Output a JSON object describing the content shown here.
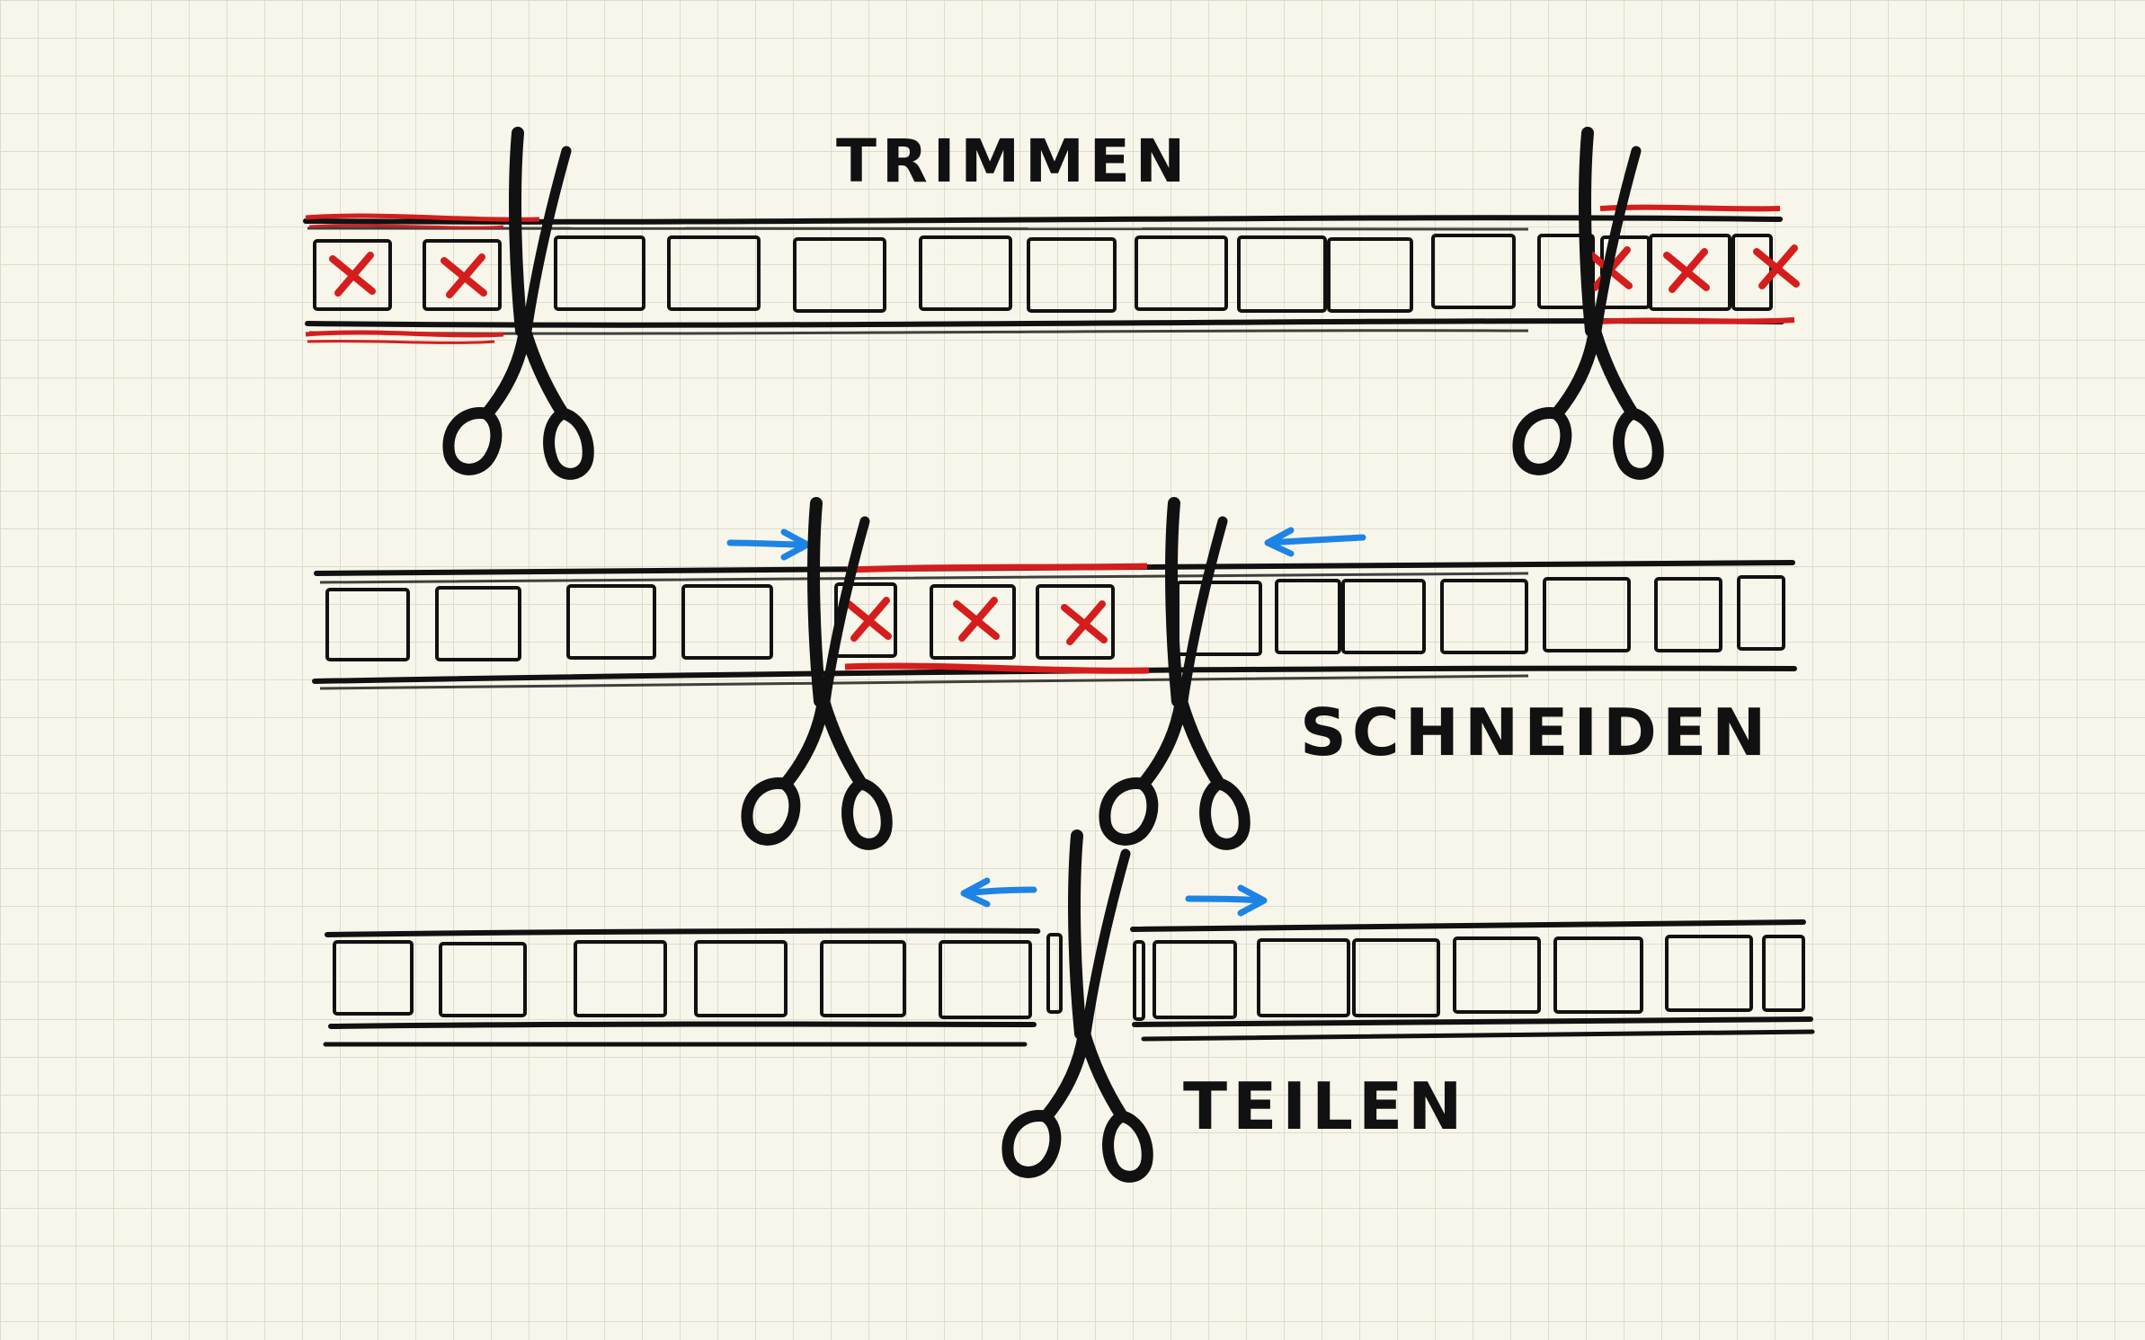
{
  "labels": {
    "trim": "TRIMMEN",
    "cut": "SCHNEIDEN",
    "split": "TEILEN"
  },
  "colors": {
    "ink": "#111111",
    "remove": "#d51d1d",
    "arrow": "#1d84e6",
    "paper": "#f8f6ea",
    "grid": "#dcdccf"
  },
  "icons": [
    "scissors-icon",
    "remove-cross-icon",
    "direction-arrow-icon"
  ],
  "strips": {
    "trim": {
      "frames": 15,
      "removed_frames_start": 2,
      "removed_frames_end": 3
    },
    "cut": {
      "frames": 14,
      "removed_frames_middle": 3
    },
    "split": {
      "frames": 15
    }
  }
}
